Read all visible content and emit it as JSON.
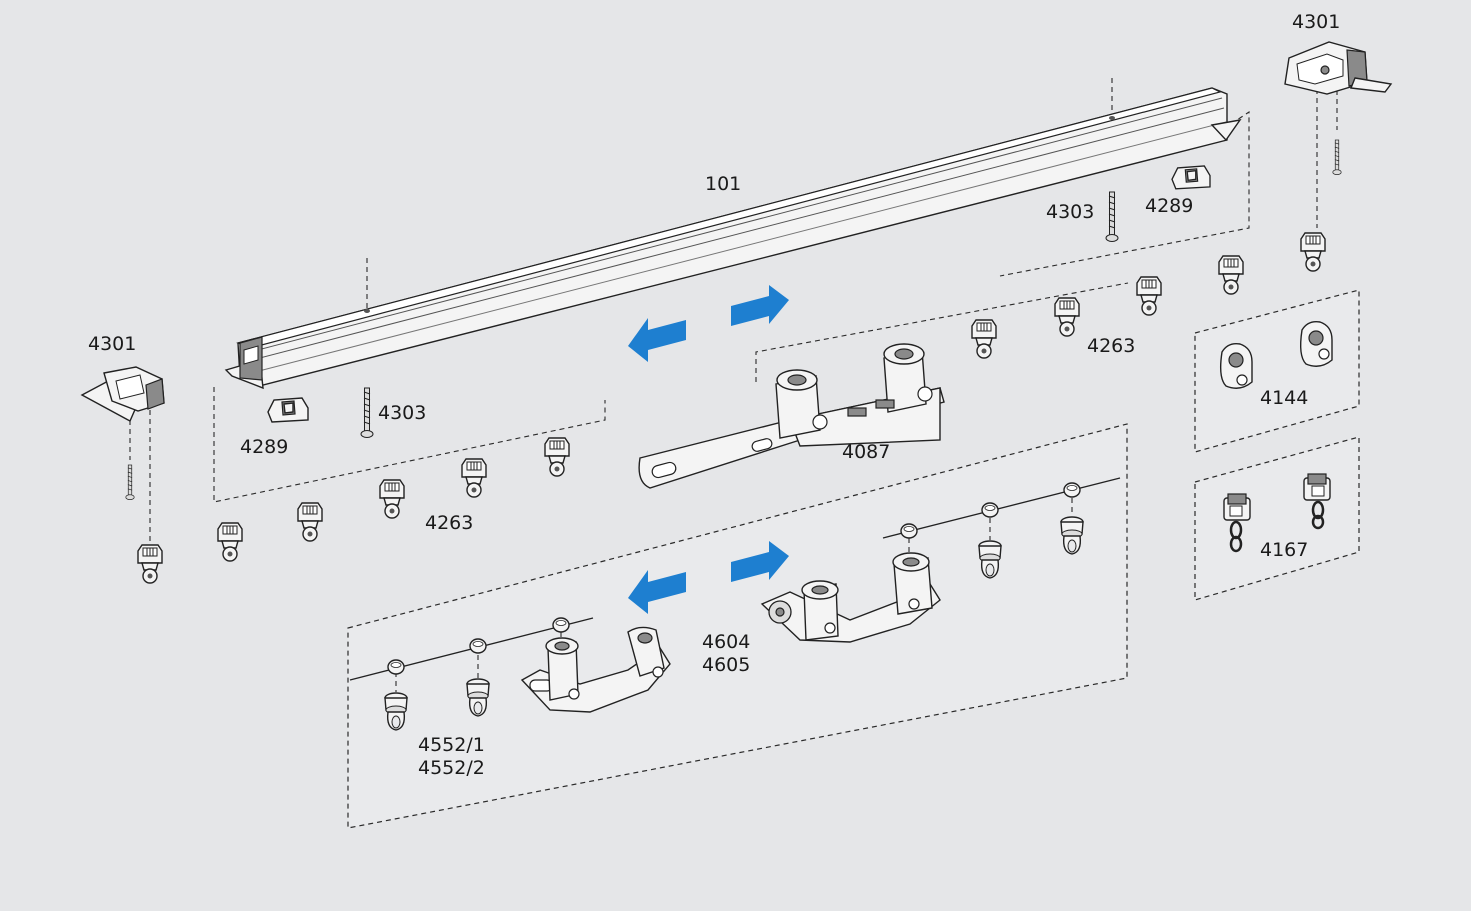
{
  "labels": {
    "rail": "101",
    "end_cap_left": "4301",
    "end_cap_right": "4301",
    "stop_left": "4289",
    "stop_right": "4289",
    "screw_left": "4303",
    "screw_right": "4303",
    "glider_left": "4263",
    "glider_right": "4263",
    "overlap_carrier": "4087",
    "hook_glider": "4144",
    "ring_glider": "4167",
    "master_carrier_1": "4604",
    "master_carrier_2": "4605",
    "cord_glider_1": "4552/1",
    "cord_glider_2": "4552/2"
  },
  "colors": {
    "background": "#e5e6e8",
    "panel": "#e9eaec",
    "arrow": "#1e7fd0"
  }
}
